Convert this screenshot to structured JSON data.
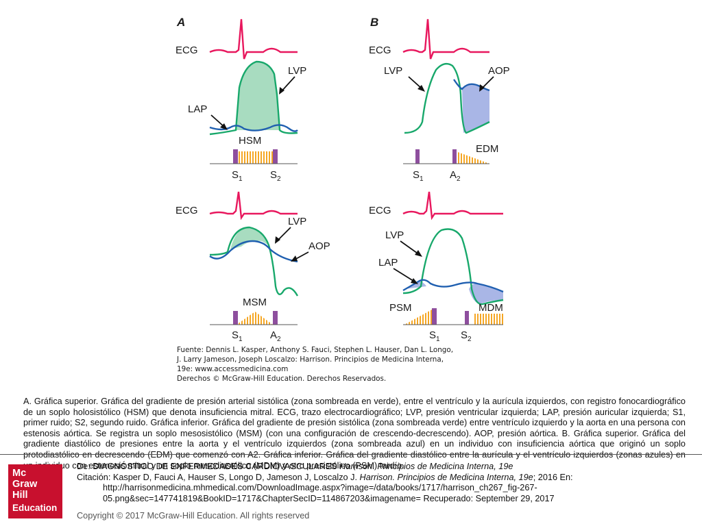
{
  "figure": {
    "panel_a": "A",
    "panel_b": "B",
    "labels": {
      "ecg": "ECG",
      "lvp": "LVP",
      "lap": "LAP",
      "aop": "AOP",
      "hsm": "HSM",
      "edm": "EDM",
      "msm": "MSM",
      "psm": "PSM",
      "mdm": "MDM",
      "s1": "S",
      "s1_sub": "1",
      "s2": "S",
      "s2_sub": "2",
      "a2": "A",
      "a2_sub": "2"
    },
    "source_lines": [
      "Fuente: Dennis L. Kasper, Anthony S. Fauci, Stephen L. Hauser, Dan L. Longo,",
      "J. Larry Jameson, Joseph Loscalzo: Harrison. Principios de Medicina Interna,",
      "19e: www.accessmedicina.com",
      "Derechos © McGraw-Hill Education. Derechos Reservados."
    ],
    "colors": {
      "ecg": "#e8175d",
      "lvp": "#18a86b",
      "pressure_blue": "#1f5fb0",
      "green_fill": "#a8dcc0",
      "blue_fill": "#a9b6e6",
      "murmur": "#f5a623",
      "sound_bar": "#8e4f9e"
    }
  },
  "caption": {
    "text": "A. Gráfica superior. Gráfica del gradiente de presión arterial sistólica (zona sombreada en verde), entre el ventrículo y la aurícula izquierdos, con registro fonocardiográfico de un soplo holosistólico (HSM) que denota insuficiencia mitral. ECG, trazo electrocardiográfico; LVP, presión ventricular izquierda; LAP, presión auricular izquierda; S1, primer ruido; S2, segundo ruido. Gráfica inferior. Gráfica del gradiente de presión sistólica (zona sombreada verde) entre ventrículo izquierdo y la aorta en una persona con estenosis aórtica. Se registra un soplo mesosistólico (MSM) (con una configuración de crescendo-decrescendo). AOP, presión aórtica. B. Gráfica superior. Gráfica del gradiente diastólico de presiones entre la aorta y el ventrículo izquierdos (zona sombreada azul) en un individuo con insuficiencia aórtica que originó un soplo protodiastólico en decrescendo (EDM) que comenzó con A2. Gráfica inferior. Gráfica del gradiente diastólico entre la aurícula y el ventrículo izquierdos (zonas azules) en un individuo con estenosis mitral y un soplo mesodiastólico (MDM) y otro presistólico (PSM) tardío."
  },
  "logo": {
    "lines": [
      "Mc",
      "Graw",
      "Hill",
      "Education"
    ]
  },
  "citation": {
    "prefix": "De: DIAGNÓSTICO DE ENFERMEDADES CARDIOVASCULARES ",
    "title": "Harrison. Principios de Medicina Interna, 19e",
    "line2_prefix": "Citación: Kasper D, Fauci A, Hauser S, Longo D, Jameson J, Loscalzo J. ",
    "line2_title": "Harrison. Principios de Medicina Interna, 19e",
    "line2_suffix": "; 2016 En:",
    "line3": "http://harrisonmedicina.mhmedical.com/DownloadImage.aspx?image=/data/books/1717/harrison_ch267_fig-267-",
    "line4": "05.png&sec=147741819&BookID=1717&ChapterSecID=114867203&imagename= Recuperado: September 29, 2017"
  },
  "copyright": "Copyright © 2017 McGraw-Hill Education. All rights reserved"
}
